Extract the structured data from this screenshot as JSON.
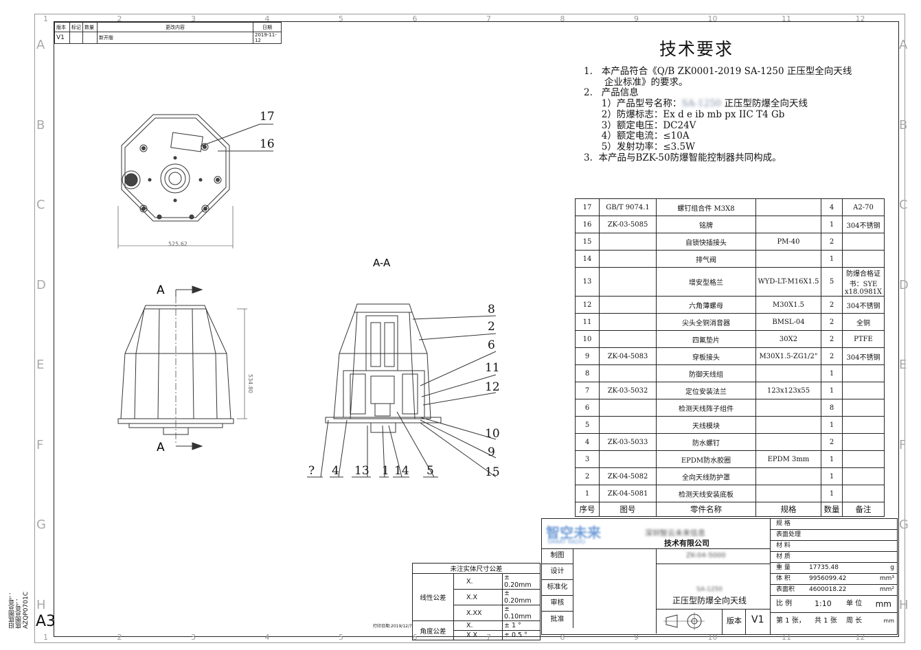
{
  "revision": {
    "headers": [
      "版本",
      "标记",
      "数量",
      "更改内容",
      "日期"
    ],
    "row": [
      "V1",
      "",
      "",
      "新开版",
      "2019-11-12"
    ]
  },
  "tech_req": {
    "title": "技术要求",
    "lines": [
      "1.   本产品符合《Q/B ZK0001-2019 SA-1250 正压型全向天线",
      "       企业标准》的要求。",
      "2.   产品信息",
      "      1）产品型号名称：",
      "      2）防爆标志：Ex d e ib mb px IIC T4 Gb",
      "      3）额定电压：DC24V",
      "      4）额定电流：≤10A",
      "      5）发射功率：≤3.5W",
      "3.  本产品与BZK-50防爆智能控制器共同构成。"
    ],
    "model_blurred": "SA-1250",
    "model_suffix": " 正压型防爆全向天线"
  },
  "bom": {
    "header": [
      "序号",
      "图号",
      "零件名称",
      "规格",
      "数量",
      "备注"
    ],
    "rows": [
      [
        "17",
        "GB/T 9074.1",
        "螺钉组合件 M3X8",
        "",
        "4",
        "A2-70"
      ],
      [
        "16",
        "ZK-03-5085",
        "铭牌",
        "",
        "1",
        "304不锈钢"
      ],
      [
        "15",
        "",
        "自锁快插接头",
        "PM-40",
        "2",
        ""
      ],
      [
        "14",
        "",
        "排气阀",
        "",
        "1",
        ""
      ],
      [
        "13",
        "",
        "增安型格兰",
        "WYD-LT-M16X1.5",
        "5",
        "防爆合格证书：SYE x18.0981X"
      ],
      [
        "12",
        "",
        "六角薄螺母",
        "M30X1.5",
        "2",
        "304不锈钢"
      ],
      [
        "11",
        "",
        "尖头全铜消音器",
        "BMSL-04",
        "2",
        "全铜"
      ],
      [
        "10",
        "",
        "四氟垫片",
        "30X2",
        "2",
        "PTFE"
      ],
      [
        "9",
        "ZK-04-5083",
        "穿板接头",
        "M30X1.5-ZG1/2\"",
        "2",
        "304不锈钢"
      ],
      [
        "8",
        "",
        "防御天线组",
        "",
        "1",
        ""
      ],
      [
        "7",
        "ZK-03-5032",
        "定位安装法兰",
        "123x123x55",
        "1",
        ""
      ],
      [
        "6",
        "",
        "检测天线阵子组件",
        "",
        "8",
        ""
      ],
      [
        "5",
        "",
        "天线模块",
        "",
        "1",
        ""
      ],
      [
        "4",
        "ZK-03-5033",
        "防水螺钉",
        "",
        "2",
        ""
      ],
      [
        "3",
        "",
        "EPDM防水胶圈",
        "EPDM 3mm",
        "1",
        ""
      ],
      [
        "2",
        "ZK-04-5082",
        "全向天线防护罩",
        "",
        "1",
        ""
      ],
      [
        "1",
        "ZK-04-5081",
        "检测天线安装底板",
        "",
        "1",
        ""
      ]
    ]
  },
  "title_block": {
    "logo": "智空未来",
    "logo_sub": "SMART RADIO",
    "company_blur": "深圳智云未来信息",
    "company": "技术有限公司",
    "drawing_no": "ZK-04-5000",
    "product_model": "SA-1250",
    "product_name": "正压型防爆全向天线",
    "left_labels": [
      "制图",
      "设计",
      "标准化",
      "审核",
      "批准"
    ],
    "right_labels": [
      "规 格",
      "表面处理",
      "材 料",
      "材 质",
      "重 量",
      "体 积",
      "表面积",
      "比 例",
      "第 1 张，"
    ],
    "weight": "17735.48",
    "weight_unit": "g",
    "volume": "9956099.42",
    "volume_unit": "mm³",
    "area": "4600018.22",
    "area_unit": "mm²",
    "scale": "1:10",
    "unit_label": "单 位",
    "unit": "mm",
    "total_sheets": "共 1 张",
    "period_label": "周 长",
    "period_unit": "mm",
    "version_label": "版本",
    "version": "V1"
  },
  "tolerance": {
    "title": "未注实体尺寸公差",
    "linear_label": "线性公差",
    "angle_label": "角度公差",
    "rows": [
      [
        "X.",
        "± 0.20mm"
      ],
      [
        "X.X",
        "± 0.20mm"
      ],
      [
        "X.XX",
        "± 0.10mm"
      ],
      [
        "X.",
        "± 1 °"
      ],
      [
        "X.X",
        "± 0.5 °"
      ]
    ]
  },
  "views": {
    "top_dim": "525.62",
    "height_dim": "534.80",
    "section_label": "A-A",
    "cut_label": "A",
    "top_callouts": [
      "17",
      "16"
    ],
    "section_right_callouts": [
      "8",
      "2",
      "6",
      "11",
      "12",
      "10",
      "9",
      "15"
    ],
    "section_bottom_callouts": [
      "?",
      "4",
      "13",
      "1",
      "14",
      "5"
    ]
  },
  "frame": {
    "cols": [
      "1",
      "2",
      "3",
      "4",
      "5",
      "6",
      "7",
      "8",
      "9",
      "10",
      "11",
      "12"
    ],
    "rows": [
      "A",
      "B",
      "C",
      "D",
      "E",
      "F",
      "G",
      "H"
    ],
    "sheet_size": "A3",
    "side_info": [
      "旧底图总号：",
      "底图总号：",
      "AZQP0701C"
    ],
    "print_date": "打印日期:2019/12/7"
  }
}
